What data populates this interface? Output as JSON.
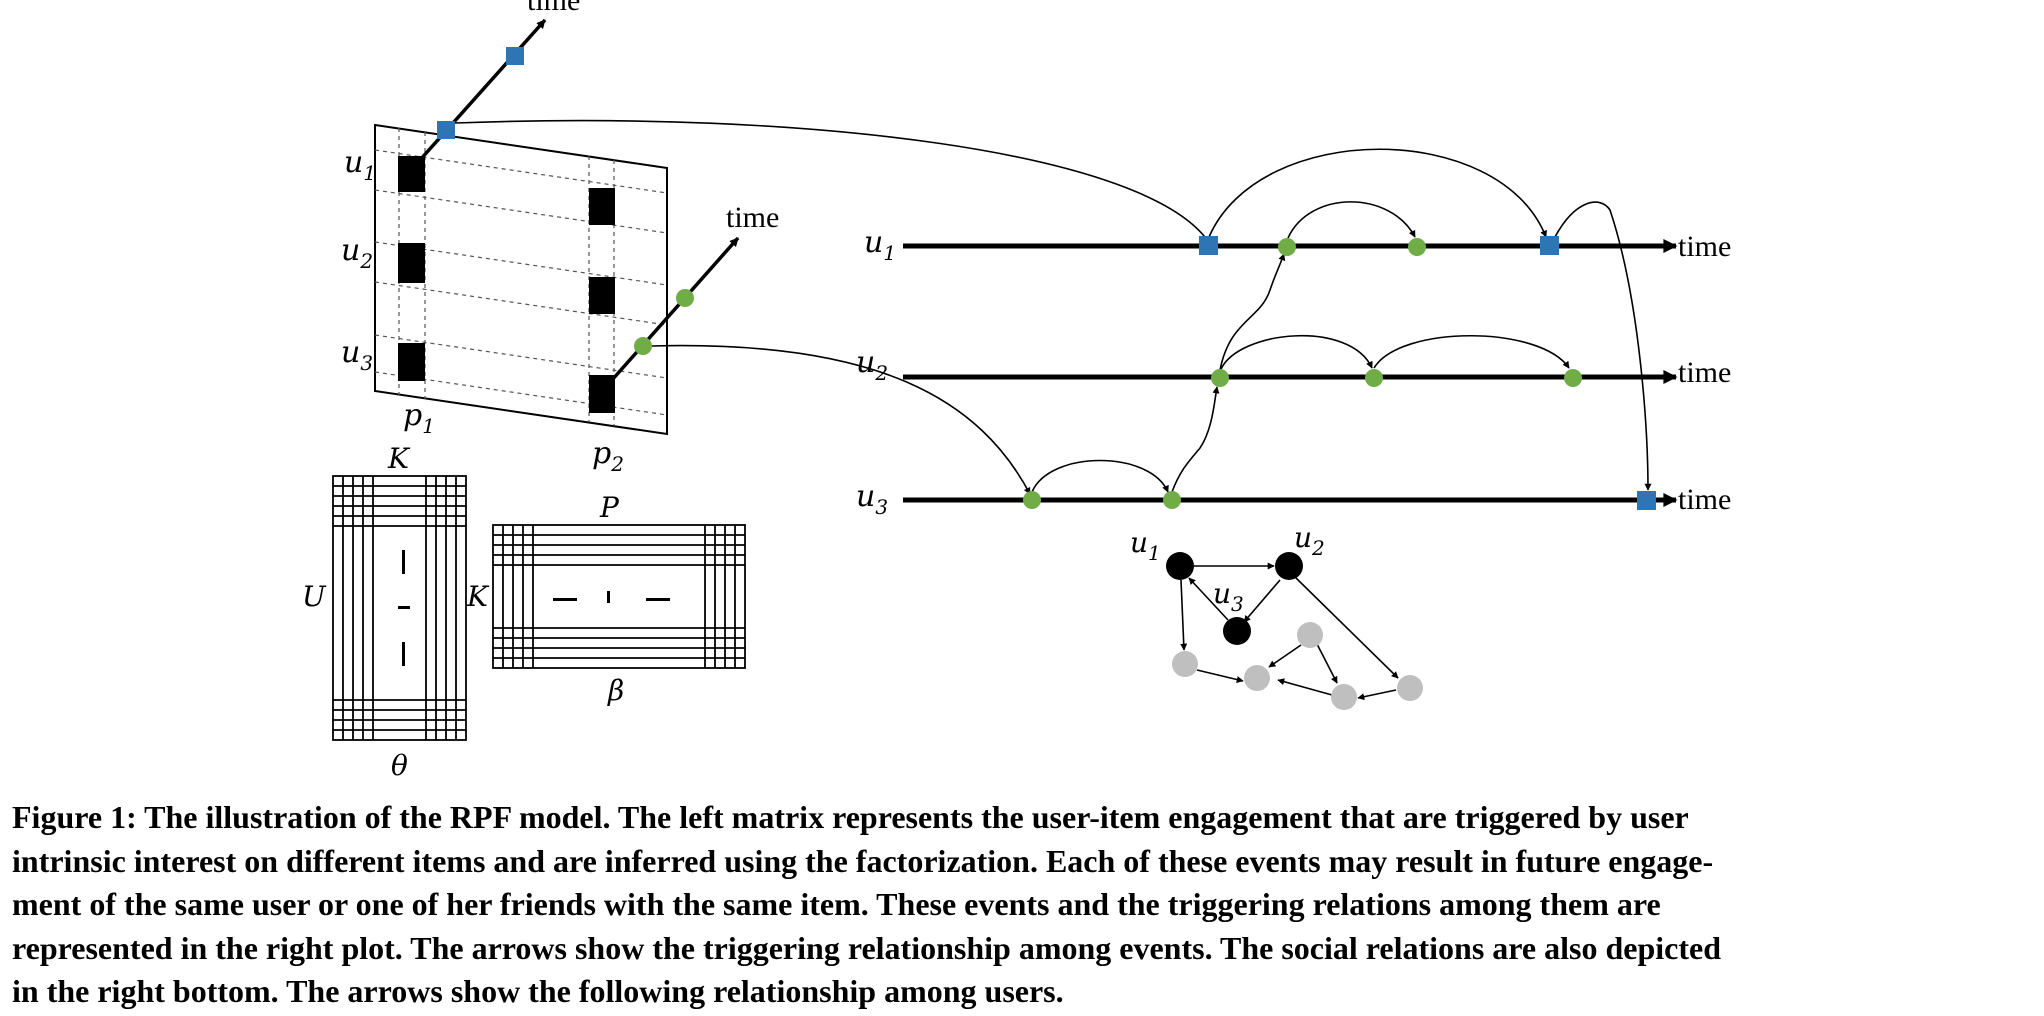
{
  "diagram": {
    "time_label": "time",
    "users": [
      "u",
      "u",
      "u"
    ],
    "user_subscripts": [
      "1",
      "2",
      "3"
    ],
    "items": [
      "p",
      "p"
    ],
    "item_subscripts": [
      "1",
      "2"
    ],
    "matrix_labels": {
      "theta_rows": "U",
      "theta_cols": "K",
      "theta_name": "θ",
      "beta_rows": "K",
      "beta_cols": "P",
      "beta_name": "β"
    },
    "colors": {
      "item1_event": "#2e75b6",
      "item2_event": "#70ad47",
      "other_users": "#bfbfbf",
      "ink": "#000000"
    }
  },
  "caption": {
    "lines": [
      "Figure 1: The illustration of the RPF model. The left matrix represents the user-item engagement that are triggered by user",
      "intrinsic interest on different items and are inferred using the factorization. Each of these events may result in future engage-",
      "ment of the same user or one of her friends with the same item. These events and the triggering relations among them are",
      "represented in the right plot. The arrows show the triggering relationship among events. The social relations are also depicted",
      "in the right bottom. The arrows show the following relationship among users."
    ]
  }
}
